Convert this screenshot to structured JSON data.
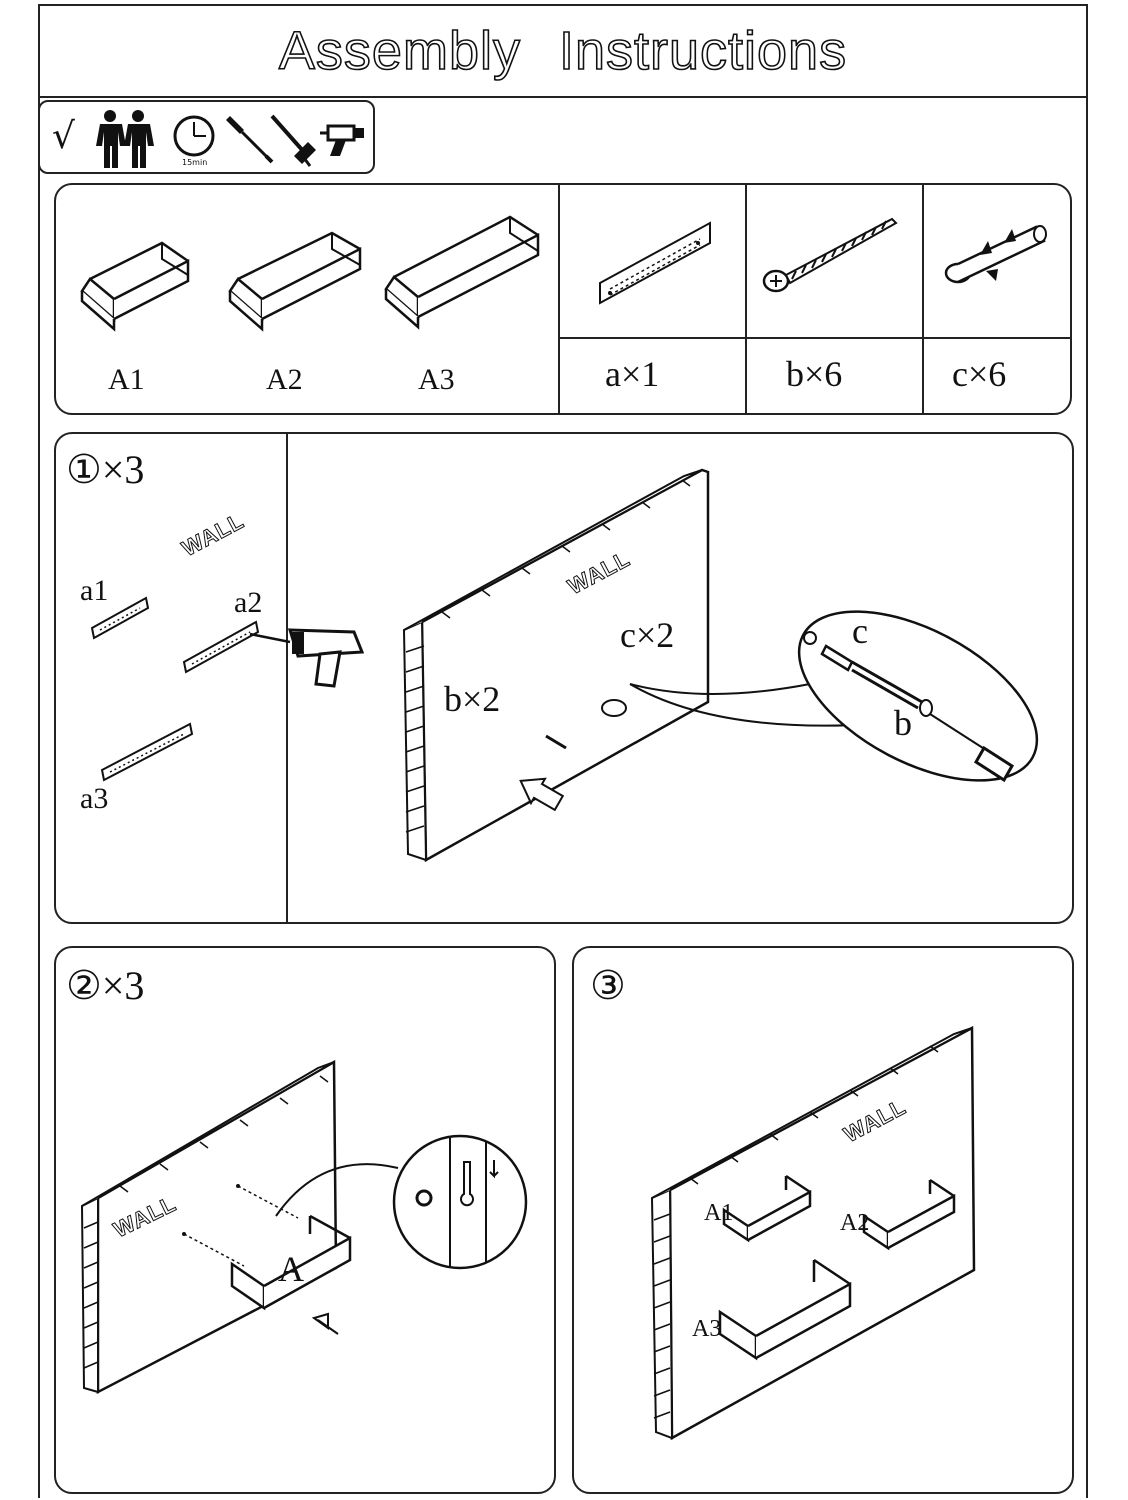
{
  "header": {
    "title": "Assembly Instructions"
  },
  "requirements": {
    "check_mark": "√",
    "icons": [
      "two-people-icon",
      "clock-icon",
      "screwdriver-icon",
      "hammer-icon",
      "drill-icon"
    ],
    "time_label": "15min"
  },
  "parts": {
    "shelves": [
      "A1",
      "A2",
      "A3"
    ],
    "hardware": [
      {
        "name": "a",
        "qty": "a×1"
      },
      {
        "name": "b",
        "qty": "b×6"
      },
      {
        "name": "c",
        "qty": "c×6"
      }
    ]
  },
  "step1": {
    "number": "①×3",
    "wall_left": "WALL",
    "bracket_labels": [
      "a1",
      "a2",
      "a3"
    ],
    "wall_main": "WALL",
    "c_qty": "c×2",
    "b_qty": "b×2",
    "detail_c": "c",
    "detail_b": "b"
  },
  "step2": {
    "number": "②×3",
    "wall": "WALL",
    "shelf_label": "A"
  },
  "step3": {
    "number": "③",
    "wall": "WALL",
    "shelf_labels": [
      "A1",
      "A2",
      "A3"
    ]
  }
}
